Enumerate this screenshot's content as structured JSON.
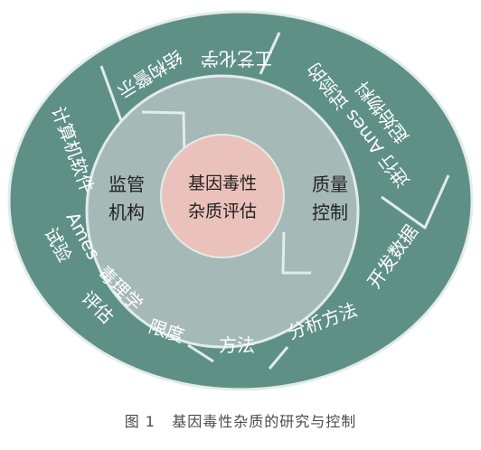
{
  "diagram": {
    "center": [
      "基因毒性",
      "杂质评估"
    ],
    "middle": {
      "left": [
        "监管",
        "机构"
      ],
      "right": [
        "质量",
        "控制"
      ]
    },
    "outer": {
      "top": "工艺化学",
      "top_left": "结构警示",
      "left_upper": "计算机软件",
      "left_ames": [
        "Ames",
        "试验"
      ],
      "toxicology": "毒理学",
      "eval": "评估",
      "limit": "限度",
      "method": "方法",
      "analysis": "分析方法",
      "develop": "开发数据",
      "ames_test": "进行 Ames 试验的",
      "chemicals": "起始物料"
    },
    "colors": {
      "outer_ring": "#5f9086",
      "middle_ring": "#a5b9b7",
      "center": "#ebc2bb",
      "divider": "#e2ecea"
    }
  },
  "caption": {
    "label": "图 1",
    "text": "基因毒性杂质的研究与控制"
  }
}
